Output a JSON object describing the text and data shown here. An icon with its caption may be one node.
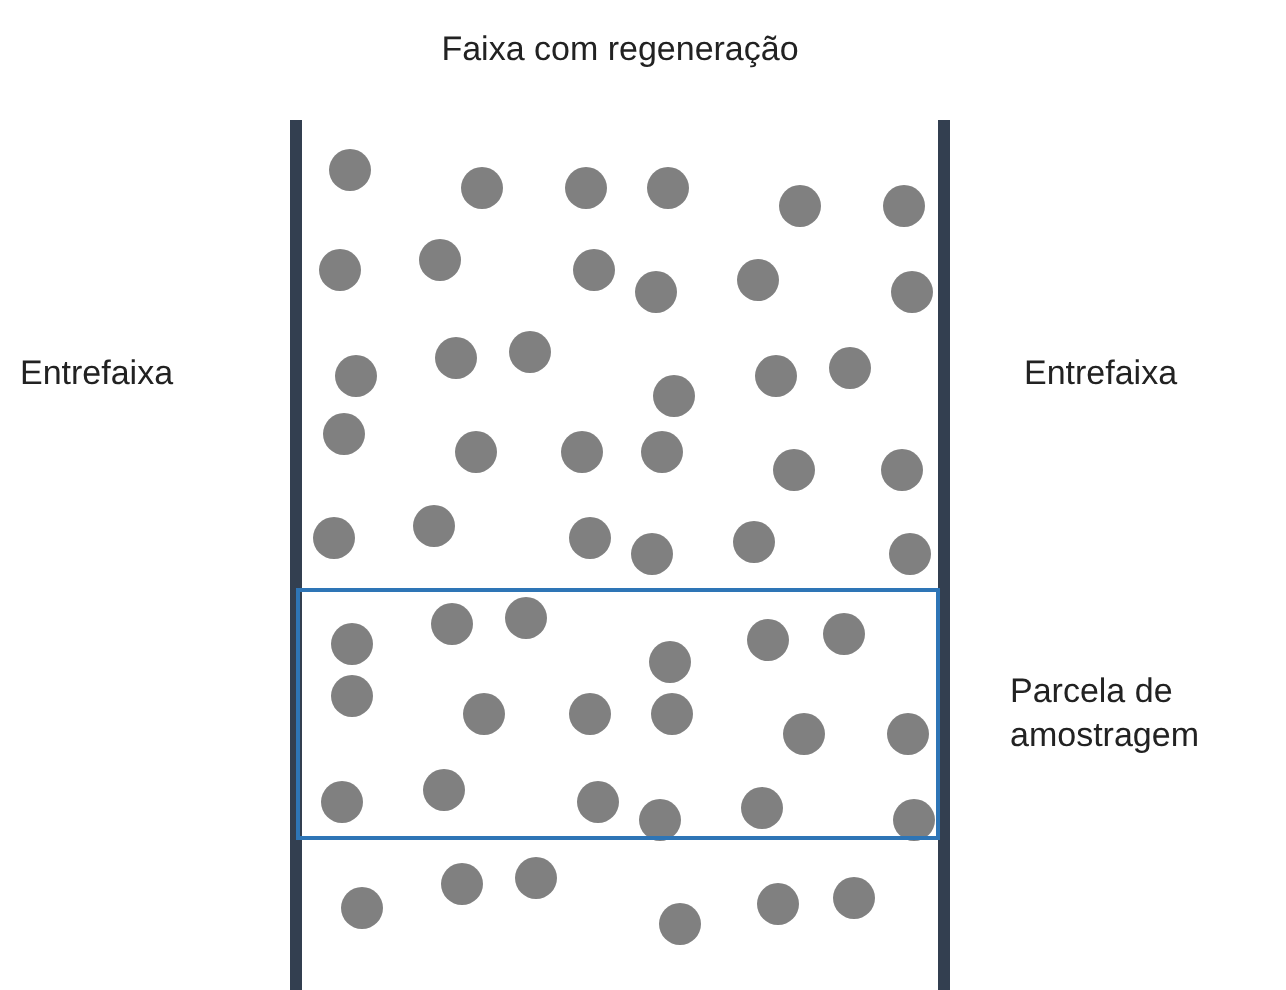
{
  "diagram": {
    "title": "Faixa com regeneração",
    "labels": [
      "Entrefaixa",
      "Entrefaixa",
      "Parcela de amostragem"
    ]
  }
}
